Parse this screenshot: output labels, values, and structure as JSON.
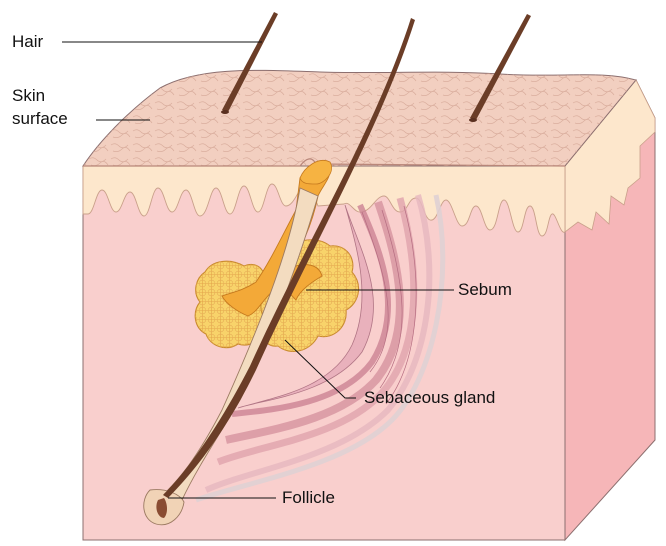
{
  "labels": {
    "hair": "Hair",
    "skin_line1": "Skin",
    "skin_line2": "surface",
    "sebum": "Sebum",
    "sebaceous_gland": "Sebaceous gland",
    "follicle": "Follicle"
  },
  "colors": {
    "skin_surface": "#f2cfc0",
    "epidermis": "#fde7cc",
    "dermis": "#f9cfcd",
    "right_face": "#f6b6b8",
    "gland": "#f8d36a",
    "sebum": "#f3a938",
    "muscle": "#d98d9c",
    "hair": "#6b3d27"
  }
}
